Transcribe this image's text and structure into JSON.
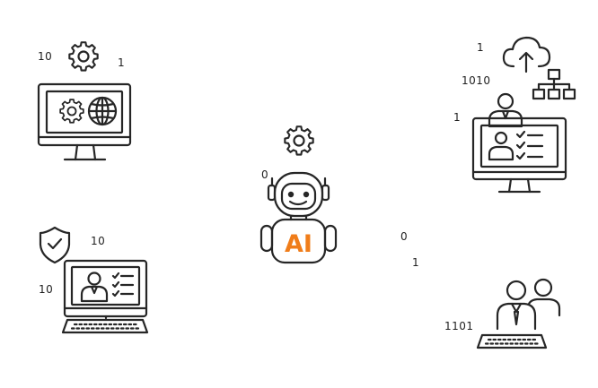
{
  "colors": {
    "background": "#ffffff",
    "line": "#262626",
    "accent": "#f07d1a"
  },
  "robot": {
    "badge": "AI"
  },
  "digits": {
    "top_left_a": "10",
    "top_left_b": "1",
    "top_right_a": "1",
    "top_right_b": "1010",
    "top_right_c": "1",
    "robot_left": "0",
    "bottom_left_a": "10",
    "bottom_left_b": "10",
    "center_a": "0",
    "center_b": "1",
    "bottom_right": "1101"
  },
  "icons": [
    "gear-icon",
    "monitor-icon",
    "globe-icon",
    "cloud-upload-icon",
    "org-chart-icon",
    "user-icon",
    "checklist-icon",
    "shield-check-icon",
    "keyboard-icon",
    "robot-icon",
    "users-icon"
  ]
}
